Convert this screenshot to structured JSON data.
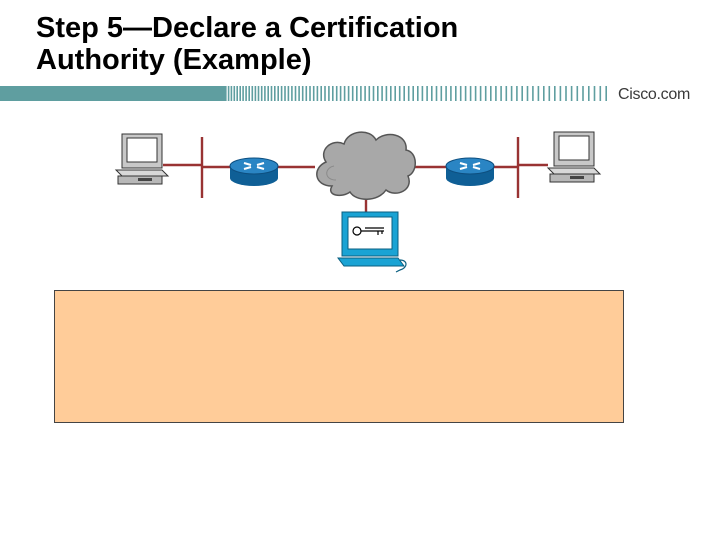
{
  "slide": {
    "title_line1": "Step 5—Declare a Certification",
    "title_line2": "Authority (Example)",
    "brand": "Cisco.com"
  },
  "colors": {
    "title_bar": "#5f9ea0",
    "network_line": "#993333",
    "cloud": "#a8a8a8",
    "router": "#1a6da8",
    "ca_workstation": "#1aa3d4",
    "text_box_fill": "#ffcc99"
  },
  "diagram": {
    "nodes": [
      {
        "id": "left-pc",
        "icon": "workstation-icon"
      },
      {
        "id": "left-router",
        "icon": "router-icon"
      },
      {
        "id": "internet",
        "icon": "cloud-icon"
      },
      {
        "id": "right-router",
        "icon": "router-icon"
      },
      {
        "id": "right-pc",
        "icon": "workstation-icon"
      },
      {
        "id": "ca-server",
        "icon": "certificate-authority-icon"
      }
    ],
    "links": [
      [
        "left-pc",
        "left-router"
      ],
      [
        "left-router",
        "internet"
      ],
      [
        "internet",
        "right-router"
      ],
      [
        "right-router",
        "right-pc"
      ],
      [
        "internet",
        "ca-server"
      ]
    ]
  }
}
